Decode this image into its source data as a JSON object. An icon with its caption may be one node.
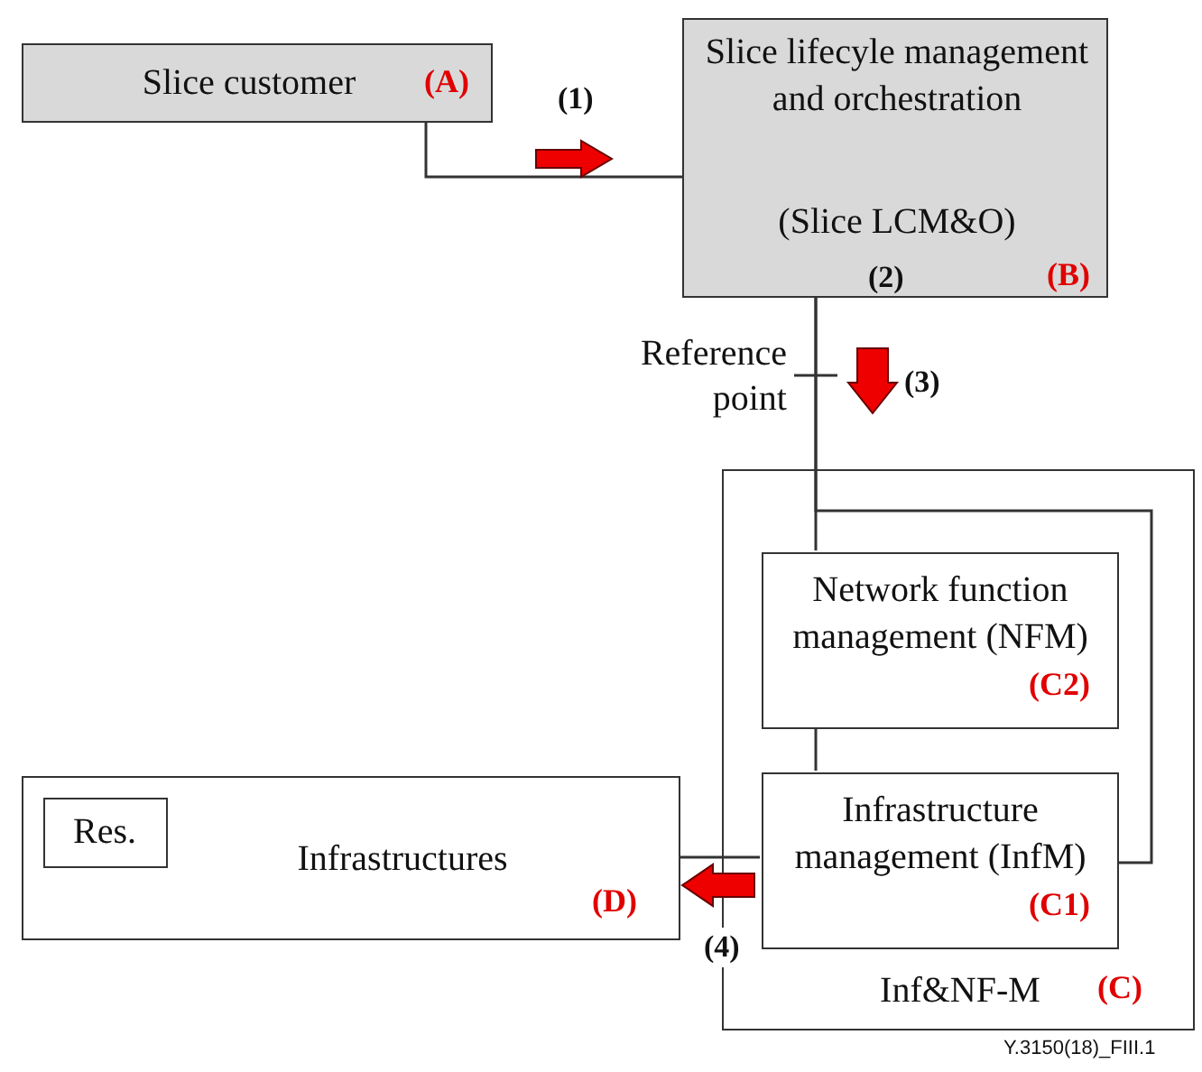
{
  "diagram": {
    "nodes": [
      {
        "text": [
          "Slice customer",
          "(A)"
        ]
      },
      {
        "text": [
          "Slice lifecyle management and orchestration",
          "(Slice LCM&O)",
          "(2)",
          "(B)"
        ]
      },
      {
        "text": [
          "Inf&NF-M",
          "(C)"
        ]
      },
      {
        "text": [
          "Network function management (NFM)",
          "(C2)"
        ],
        "in": 2
      },
      {
        "text": [
          "Infrastructure management (InfM)",
          "(C1)"
        ],
        "in": 2
      },
      {
        "text": [
          "Infrastructures",
          "(D)"
        ]
      },
      {
        "text": [
          "Res."
        ],
        "in": 5
      }
    ],
    "edges": [
      {
        "from": 0,
        "to": 1,
        "arrow": "none"
      },
      {
        "from": 1,
        "to": 3,
        "arrow": "none"
      },
      {
        "from": 3,
        "to": 4,
        "arrow": "none"
      },
      {
        "from": 1,
        "to": 4,
        "arrow": "none"
      },
      {
        "from": 4,
        "to": 5,
        "arrow": "none"
      }
    ],
    "labels": [
      "(1)",
      "Reference point",
      "(3)",
      "(4)",
      "Y.3150(18)_FIII.1"
    ]
  }
}
